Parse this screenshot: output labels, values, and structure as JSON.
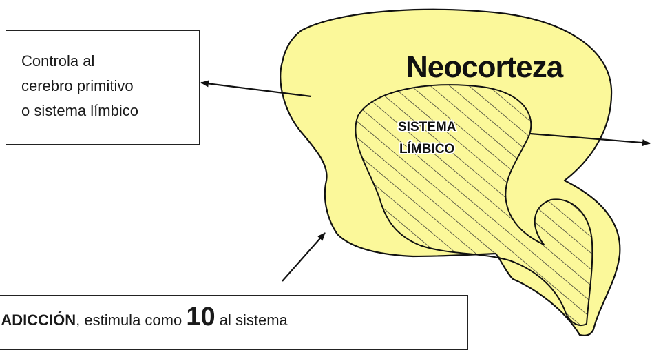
{
  "neocortex": {
    "label": "Neocorteza",
    "fill_color": "#fbf89a"
  },
  "limbic": {
    "label_line1": "SISTEMA",
    "label_line2": "LÍMBICO"
  },
  "callout_top": {
    "line1": "Controla al",
    "line2": "cerebro primitivo",
    "line3": "o sistema límbico"
  },
  "callout_bottom": {
    "part1": "A ADICCIÓN",
    "part2": ", estimula como ",
    "number": "10",
    "part3": " al sistema"
  }
}
